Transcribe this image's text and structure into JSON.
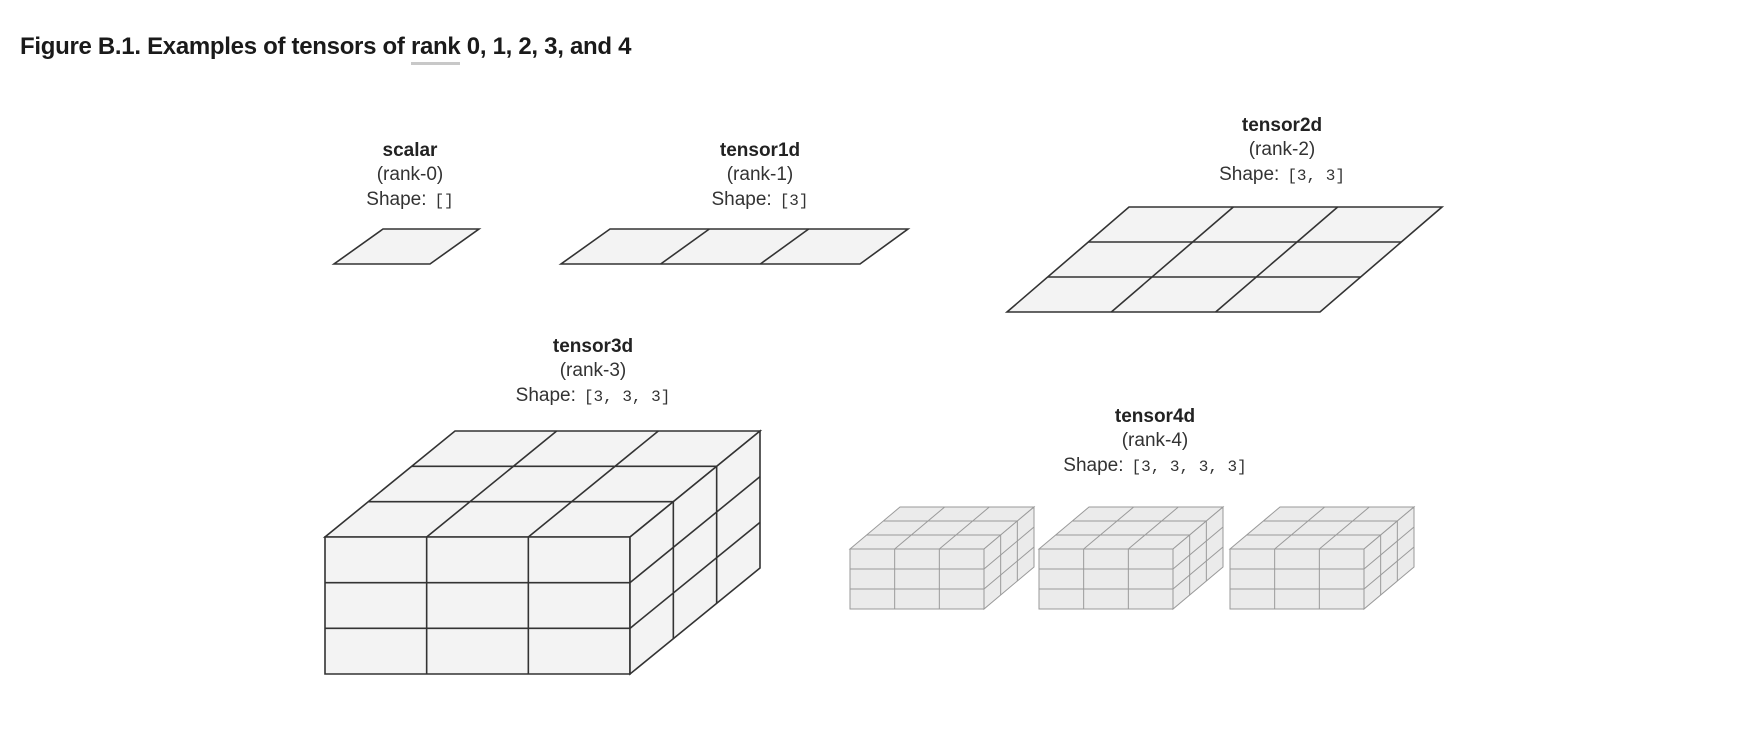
{
  "caption": {
    "prefix": "Figure B.1. Examples of tensors of ",
    "link": "rank",
    "suffix": " 0, 1, 2, 3, and 4"
  },
  "colors": {
    "cell_fill": "#f3f3f3",
    "cell_stroke": "#333333",
    "light_fill": "#ebebeb",
    "light_stroke": "#9a9a9a"
  },
  "tensors": [
    {
      "name": "scalar",
      "rank": "(rank-0)",
      "shape_label": "Shape:",
      "shape": "[]"
    },
    {
      "name": "tensor1d",
      "rank": "(rank-1)",
      "shape_label": "Shape:",
      "shape": "[3]"
    },
    {
      "name": "tensor2d",
      "rank": "(rank-2)",
      "shape_label": "Shape:",
      "shape": "[3, 3]"
    },
    {
      "name": "tensor3d",
      "rank": "(rank-3)",
      "shape_label": "Shape:",
      "shape": "[3, 3, 3]"
    },
    {
      "name": "tensor4d",
      "rank": "(rank-4)",
      "shape_label": "Shape:",
      "shape": "[3, 3, 3, 3]"
    }
  ]
}
